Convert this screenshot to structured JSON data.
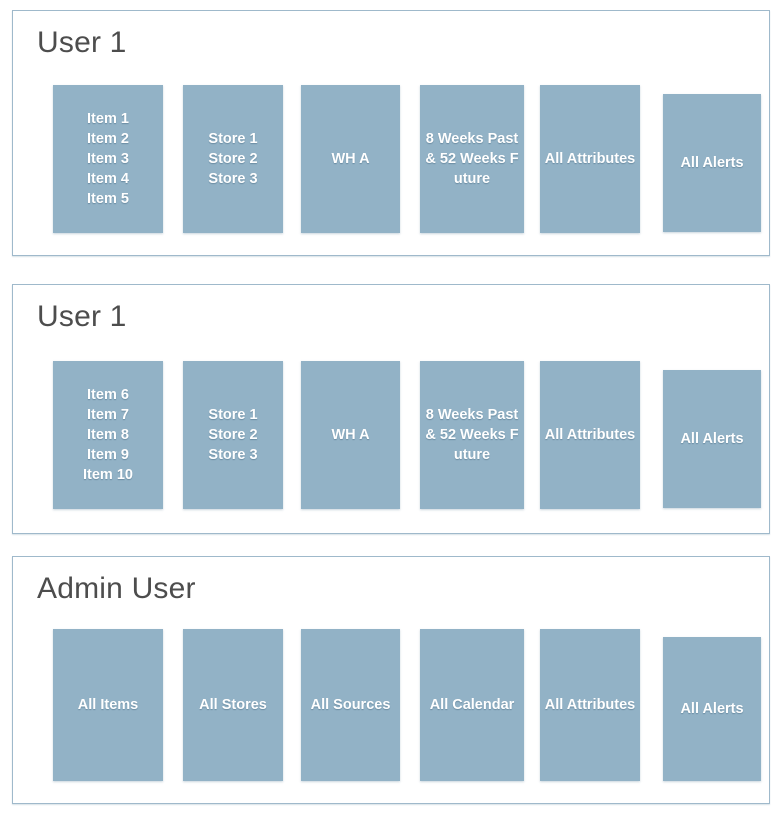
{
  "panels": [
    {
      "title": "User 1",
      "boxes": [
        {
          "name": "items",
          "label": "Item 1\nItem 2\nItem 3\nItem 4\nItem 5"
        },
        {
          "name": "stores",
          "label": "Store 1\nStore 2\nStore 3"
        },
        {
          "name": "source",
          "label": "WH A"
        },
        {
          "name": "calendar",
          "label": "8 Weeks Past & 52 Weeks Future"
        },
        {
          "name": "attributes",
          "label": "All Attributes"
        },
        {
          "name": "alerts",
          "label": "All Alerts"
        }
      ]
    },
    {
      "title": "User 1",
      "boxes": [
        {
          "name": "items",
          "label": "Item 6\nItem 7\nItem 8\nItem 9\nItem 10"
        },
        {
          "name": "stores",
          "label": "Store 1\nStore 2\nStore 3"
        },
        {
          "name": "source",
          "label": "WH A"
        },
        {
          "name": "calendar",
          "label": "8 Weeks Past & 52 Weeks Future"
        },
        {
          "name": "attributes",
          "label": "All Attributes"
        },
        {
          "name": "alerts",
          "label": "All Alerts"
        }
      ]
    },
    {
      "title": "Admin User",
      "boxes": [
        {
          "name": "items",
          "label": "All Items"
        },
        {
          "name": "stores",
          "label": "All Stores"
        },
        {
          "name": "source",
          "label": "All Sources"
        },
        {
          "name": "calendar",
          "label": "All Calendar"
        },
        {
          "name": "attributes",
          "label": "All Attributes"
        },
        {
          "name": "alerts",
          "label": "All Alerts"
        }
      ]
    }
  ],
  "colors": {
    "box_fill": "#92b2c6",
    "box_text": "#ffffff",
    "panel_border": "#9fb9cb",
    "title_text": "#4d4d4d",
    "background": "#ffffff"
  }
}
